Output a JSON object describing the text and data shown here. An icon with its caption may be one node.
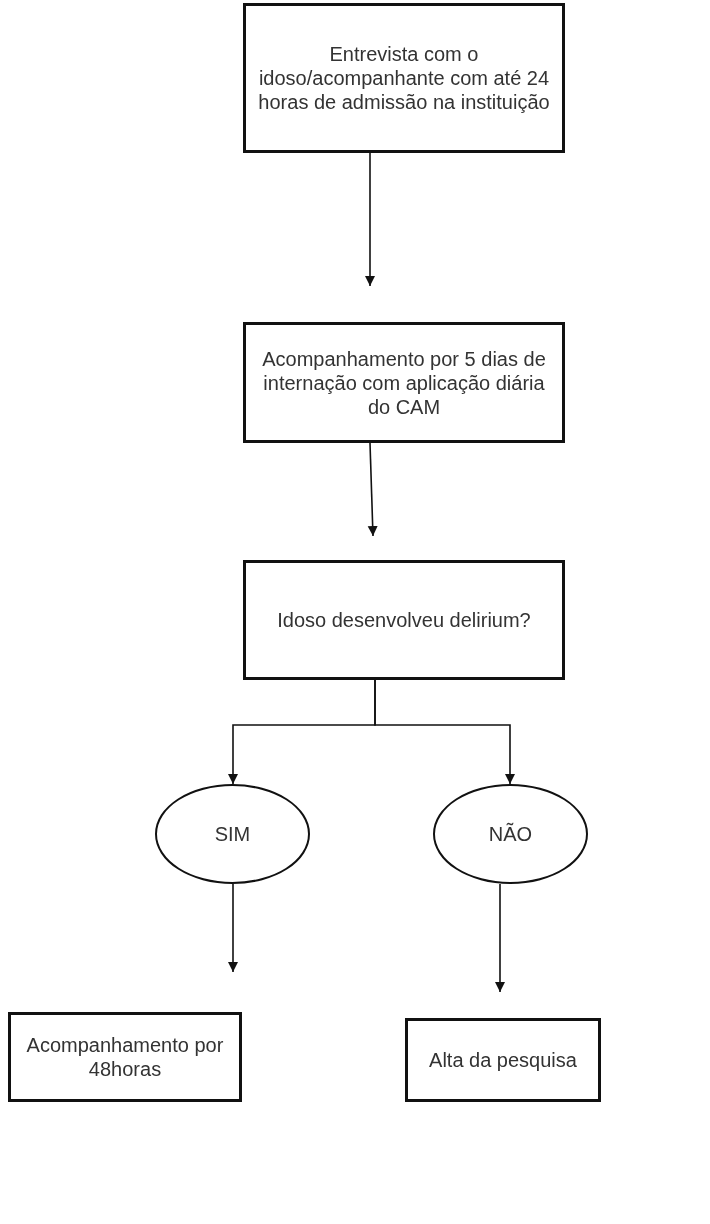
{
  "diagram": {
    "nodes": [
      {
        "text": [
          "Entrevista com o idoso/acompanhante com até 24 horas de admissão na instituição"
        ]
      },
      {
        "text": [
          "Acompanhamento por 5 dias de internação com aplicação diária do CAM"
        ]
      },
      {
        "text": [
          "Idoso desenvolveu delirium?"
        ]
      },
      {
        "text": [
          "SIM"
        ]
      },
      {
        "text": [
          "NÃO"
        ]
      },
      {
        "text": [
          "Acompanhamento por 48horas"
        ]
      },
      {
        "text": [
          "Alta da pesquisa"
        ]
      }
    ],
    "edges": [
      {
        "from": 0,
        "to": 1,
        "arrow": "to"
      },
      {
        "from": 1,
        "to": 2,
        "arrow": "to"
      },
      {
        "from": 2,
        "to": 3,
        "arrow": "to"
      },
      {
        "from": 2,
        "to": 4,
        "arrow": "to"
      },
      {
        "from": 3,
        "to": 5,
        "arrow": "to"
      },
      {
        "from": 4,
        "to": 6,
        "arrow": "to"
      }
    ]
  }
}
